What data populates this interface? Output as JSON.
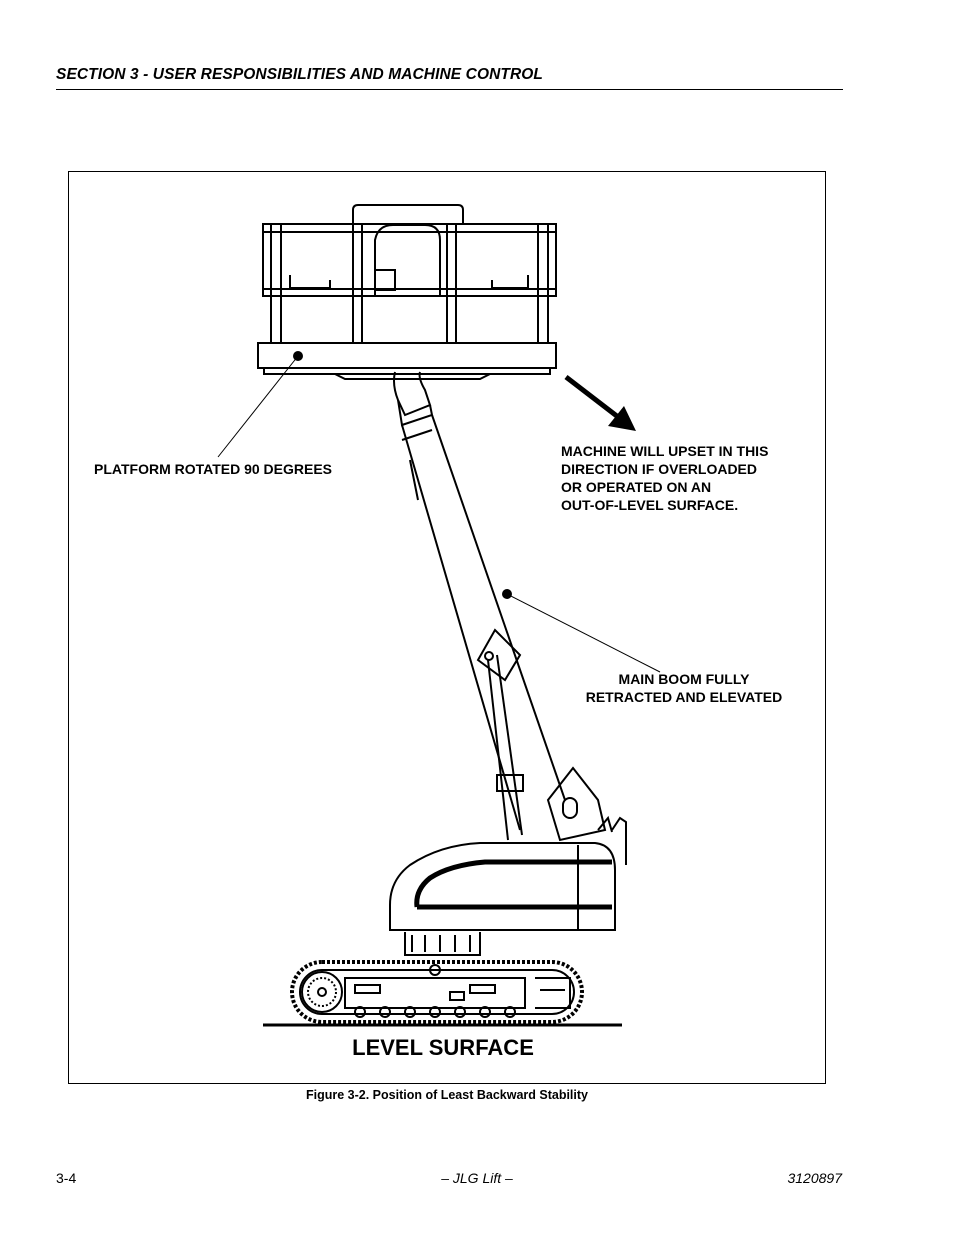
{
  "header": {
    "title": "SECTION 3 - USER RESPONSIBILITIES AND MACHINE CONTROL"
  },
  "figure": {
    "callouts": {
      "platform": "PLATFORM ROTATED 90 DEGREES",
      "upset_line1": "MACHINE WILL UPSET IN THIS",
      "upset_line2": "DIRECTION IF OVERLOADED",
      "upset_line3": "OR OPERATED ON AN",
      "upset_line4": "OUT-OF-LEVEL SURFACE.",
      "boom_line1": "MAIN BOOM FULLY",
      "boom_line2": "RETRACTED AND ELEVATED",
      "ground": "LEVEL SURFACE"
    },
    "caption": "Figure 3-2.  Position of Least Backward Stability"
  },
  "footer": {
    "page_number": "3-4",
    "center": "– JLG Lift –",
    "doc_number": "3120897"
  }
}
